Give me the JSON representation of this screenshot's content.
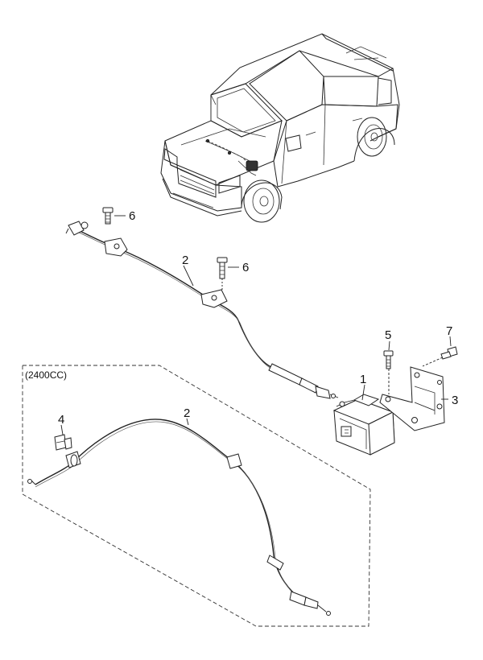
{
  "diagram": {
    "group_label": "(2400CC)",
    "callouts": [
      {
        "id": "c1",
        "text": "1"
      },
      {
        "id": "c2a",
        "text": "2"
      },
      {
        "id": "c2b",
        "text": "2"
      },
      {
        "id": "c3",
        "text": "3"
      },
      {
        "id": "c4",
        "text": "4"
      },
      {
        "id": "c5",
        "text": "5"
      },
      {
        "id": "c6a",
        "text": "6"
      },
      {
        "id": "c6b",
        "text": "6"
      },
      {
        "id": "c7",
        "text": "7"
      }
    ]
  }
}
